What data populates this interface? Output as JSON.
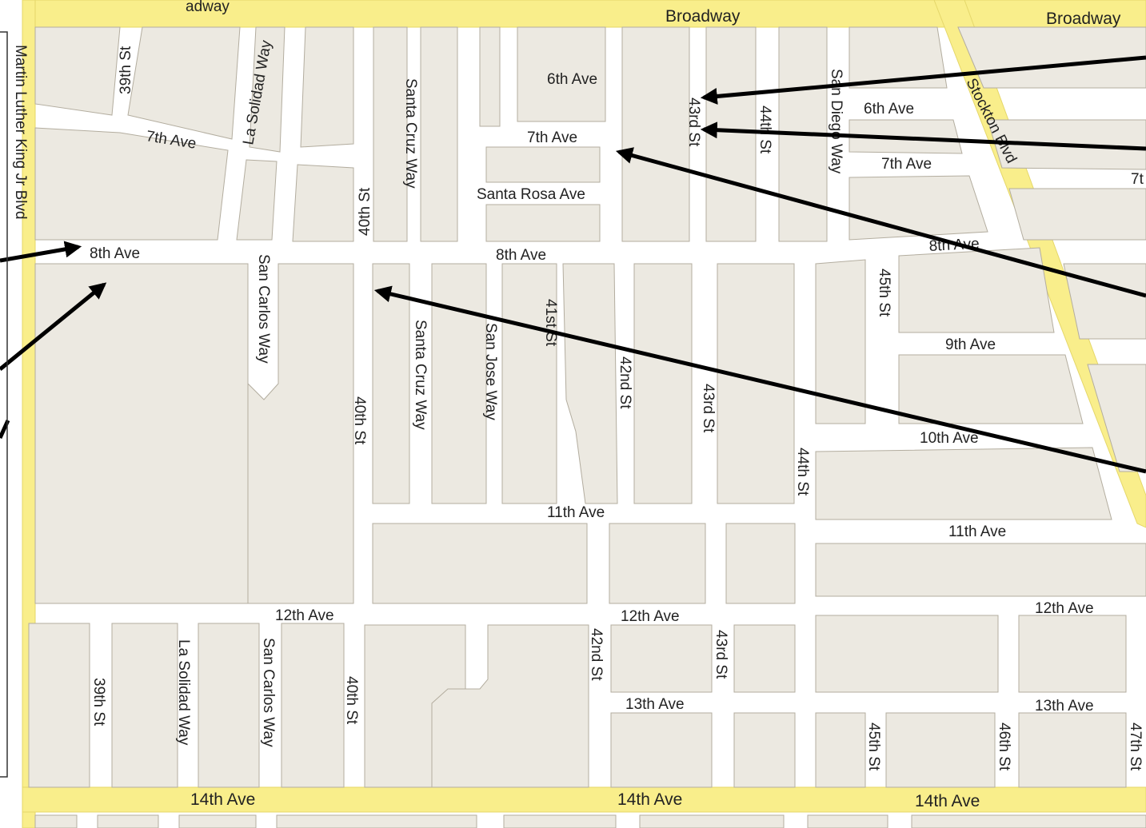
{
  "map": {
    "colors": {
      "street": "#ffffff",
      "block": "#ece9e1",
      "block_outline": "#b3ad9f",
      "arterial": "#f9ee8b",
      "label": "#222222",
      "arrow": "#000000"
    },
    "labels": {
      "broadway_partial": "adway",
      "broadway_1": "Broadway",
      "broadway_2": "Broadway",
      "mlk": "Martin Luther King Jr Blvd",
      "st39_top": "39th St",
      "la_solidad_top": "La Solidad Way",
      "ave7_left": "7th Ave",
      "st40_top": "40th St",
      "santa_cruz_top": "Santa Cruz Way",
      "ave6_mid": "6th Ave",
      "ave7_mid": "7th Ave",
      "santa_rosa": "Santa Rosa Ave",
      "st43_top": "43rd St",
      "st44_top": "44th St",
      "san_diego": "San Diego Way",
      "ave6_right": "6th Ave",
      "ave7_right": "7th Ave",
      "ave7_edge": "7t",
      "stockton": "Stockton Blvd",
      "ave8_left": "8th Ave",
      "ave8_mid": "8th Ave",
      "ave8_right": "8th Ave",
      "san_carlos_top": "San Carlos Way",
      "st40_mid": "40th St",
      "santa_cruz_mid": "Santa Cruz Way",
      "san_jose": "San Jose Way",
      "st41": "41st St",
      "st42_mid": "42nd St",
      "st43_mid": "43rd St",
      "st44_mid": "44th St",
      "st45_top": "45th St",
      "ave9": "9th Ave",
      "ave10": "10th Ave",
      "ave11_mid": "11th Ave",
      "ave11_right": "11th Ave",
      "ave12_left": "12th Ave",
      "ave12_mid": "12th Ave",
      "ave12_right": "12th Ave",
      "st39_bot": "39th St",
      "la_solidad_bot": "La Solidad Way",
      "san_carlos_bot": "San Carlos Way",
      "st40_bot": "40th St",
      "st42_bot": "42nd St",
      "st43_bot": "43rd St",
      "ave13_mid": "13th Ave",
      "ave13_right": "13th Ave",
      "st45_bot": "45th St",
      "st46": "46th St",
      "st47": "47th St",
      "ave14_left": "14th Ave",
      "ave14_mid": "14th Ave",
      "ave14_right": "14th Ave"
    }
  }
}
